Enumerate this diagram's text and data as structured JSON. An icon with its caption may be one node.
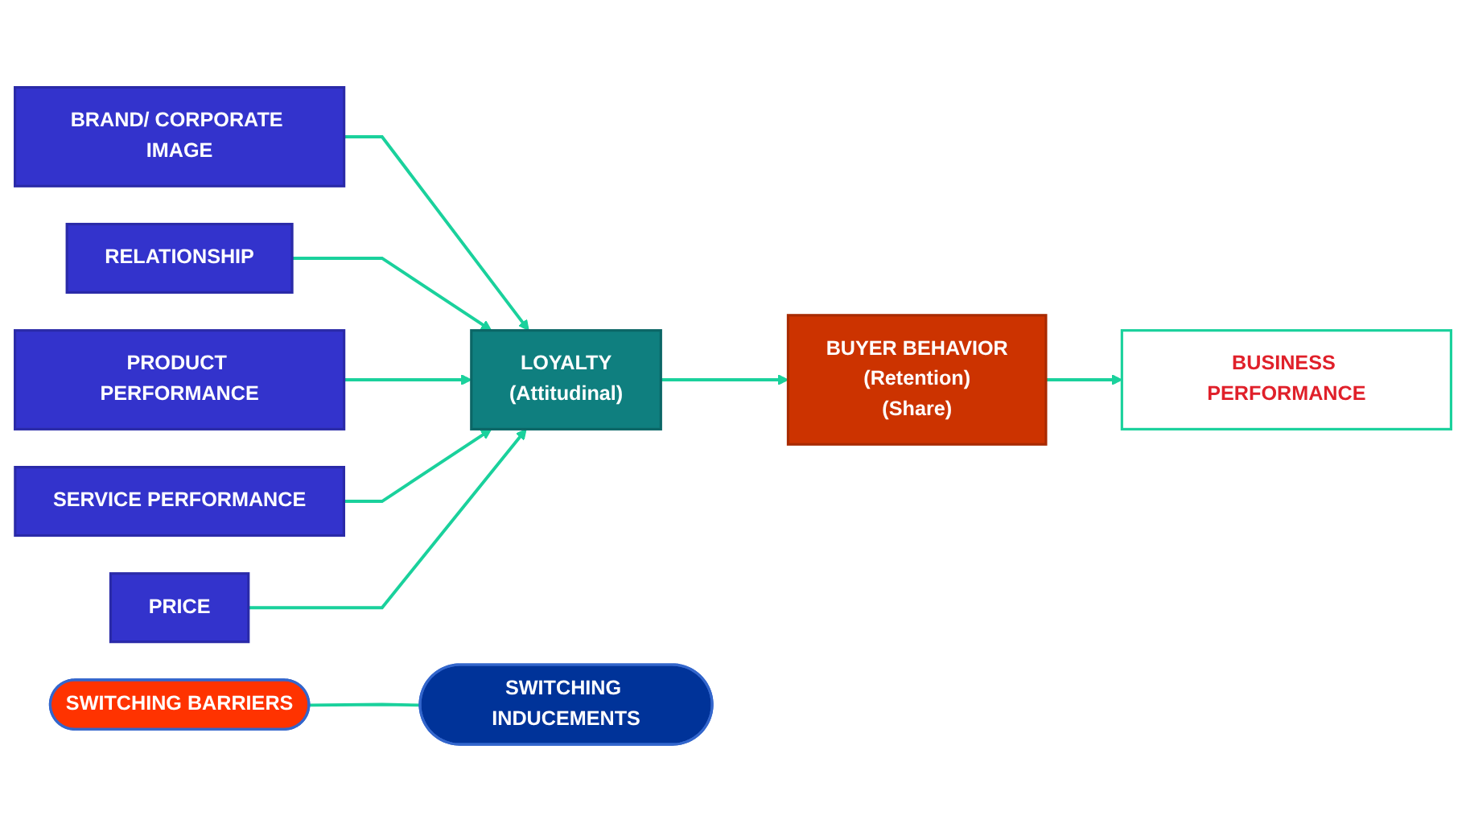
{
  "diagram": {
    "nodes": [
      {
        "text": [
          "BRAND/ CORPORATE IMAGE"
        ]
      },
      {
        "text": [
          "RELATIONSHIP"
        ]
      },
      {
        "text": [
          "PRODUCT PERFORMANCE"
        ]
      },
      {
        "text": [
          "SERVICE PERFORMANCE"
        ]
      },
      {
        "text": [
          "PRICE"
        ]
      },
      {
        "text": [
          "LOYALTY",
          "(Attitudinal)"
        ]
      },
      {
        "text": [
          "SWITCHING BARRIERS"
        ]
      },
      {
        "text": [
          "BUYER BEHAVIOR",
          "(Retention)",
          "(Share)"
        ]
      },
      {
        "text": [
          "SWITCHING INDUCEMENTS"
        ]
      },
      {
        "text": [
          "BUSINESS PERFORMANCE"
        ]
      }
    ],
    "edges": [
      {
        "from": 0,
        "to": 5,
        "arrow": "to"
      },
      {
        "from": 1,
        "to": 5,
        "arrow": "to"
      },
      {
        "from": 2,
        "to": 5,
        "arrow": "to"
      },
      {
        "from": 3,
        "to": 5,
        "arrow": "to"
      },
      {
        "from": 4,
        "to": 5,
        "arrow": "to"
      },
      {
        "from": 5,
        "to": 7,
        "arrow": "to"
      },
      {
        "from": 7,
        "to": 9,
        "arrow": "to"
      },
      {
        "from": 6,
        "to": 8,
        "arrow": "none"
      }
    ]
  }
}
